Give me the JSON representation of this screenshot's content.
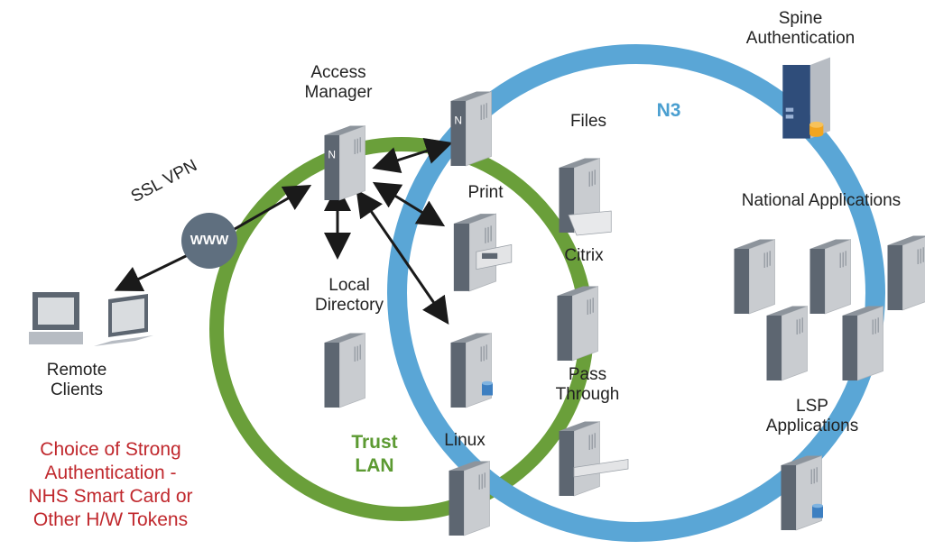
{
  "labels": {
    "spine": "Spine\nAuthentication",
    "access_manager": "Access\nManager",
    "files": "Files",
    "n3": "N3",
    "print": "Print",
    "national_apps": "National Applications",
    "ssl_vpn": "SSL VPN",
    "www": "WWW",
    "citrix": "Citrix",
    "local_directory": "Local\nDirectory",
    "remote_clients": "Remote\nClients",
    "pass_through": "Pass\nThrough",
    "lsp_apps": "LSP\nApplications",
    "trust_lan": "Trust\nLAN",
    "linux": "Linux",
    "strong_auth": "Choice of Strong\nAuthentication -\nNHS Smart Card or\nOther H/W Tokens"
  },
  "icons": {
    "server_badge": "N"
  },
  "colors": {
    "trust_lan_ring": "#6a9f3a",
    "n3_ring": "#5aa6d6",
    "server_dark": "#5d6671",
    "server_light": "#c9ccd0",
    "strong_auth_text": "#c0282d",
    "arrow": "#1a1a1a"
  }
}
